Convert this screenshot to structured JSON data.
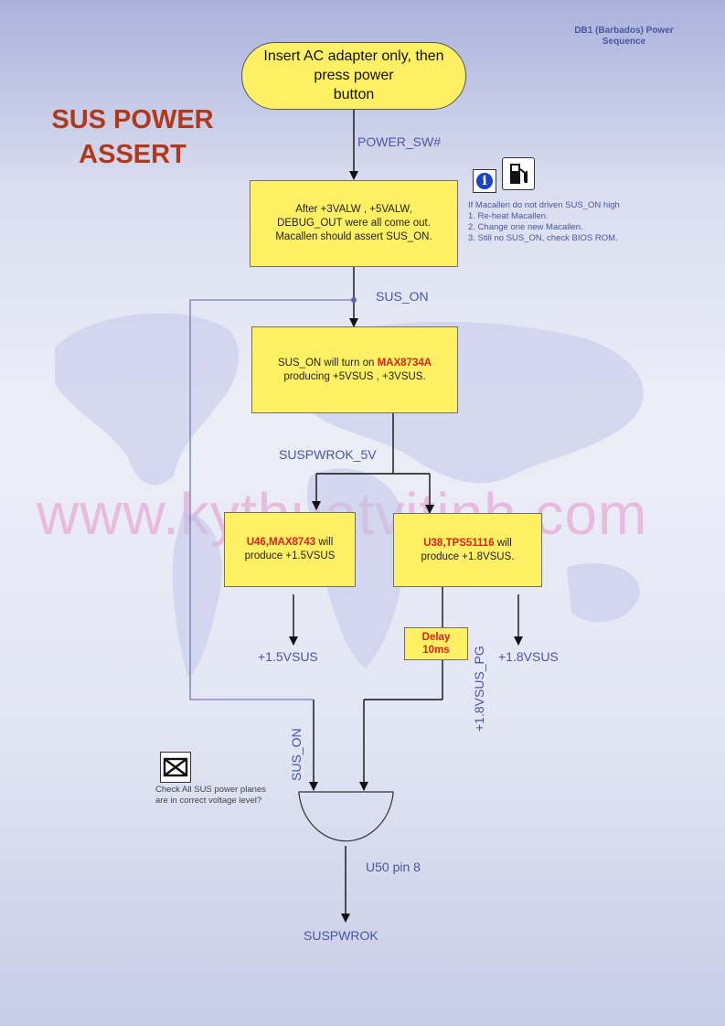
{
  "header": {
    "doc_title_line1": "DB1 (Barbados) Power",
    "doc_title_line2": "Sequence"
  },
  "section_title_line1": "SUS POWER",
  "section_title_line2": "ASSERT",
  "watermark": "www.kythuatvitinh.com",
  "start": {
    "line1": "Insert AC adapter  only, then",
    "line2": "press power",
    "line3": "button"
  },
  "step1": {
    "line1": "After +3VALW , +5VALW,",
    "line2": "DEBUG_OUT were all come out.",
    "line3": "Macallen should assert SUS_ON."
  },
  "step2": {
    "line1_a": "SUS_ON will turn on ",
    "chip": "MAX8734A",
    "line2": "producing +5VSUS , +3VSUS."
  },
  "box_left": {
    "chip": "U46,MAX8743",
    "suffix": " will",
    "line2": "produce +1.5VSUS"
  },
  "box_right": {
    "chip": "U38,TPS51116",
    "suffix": " will",
    "line2": "produce +1.8VSUS."
  },
  "delay": {
    "line1": "Delay",
    "line2": "10ms"
  },
  "signals": {
    "power_sw": "POWER_SW#",
    "sus_on_top": "SUS_ON",
    "suspwrok_5v": "SUSPWROK_5V",
    "v15sus": "+1.5VSUS",
    "v18sus": "+1.8VSUS",
    "v18sus_pg": "+1.8VSUS_PG",
    "sus_on_gate": "SUS_ON",
    "gate_pin": "U50 pin 8",
    "suspwrok": "SUSPWROK"
  },
  "tip_note": {
    "line1": "If Macallen do not driven SUS_ON high",
    "line2": "1. Re-heat Macallen.",
    "line3": "2. Change one new Macallen.",
    "line4": "3. Still no SUS_ON, check BIOS ROM."
  },
  "check_note": {
    "line1": "Check All SUS power planes",
    "line2": "are in correct voltage level?"
  },
  "icons": {
    "info": "info-icon",
    "fuel": "fuel-pump-icon",
    "mail": "envelope-icon"
  }
}
